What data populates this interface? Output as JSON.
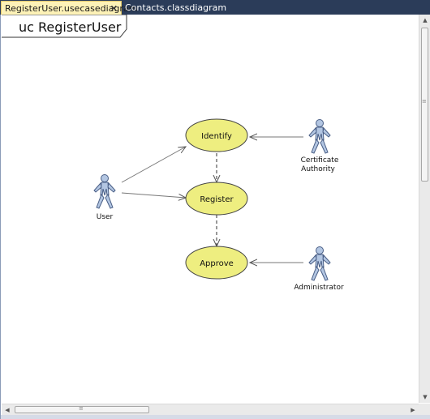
{
  "tabs": [
    {
      "label": "RegisterUser.usecasediagram",
      "active": true,
      "close_glyph": "✕"
    },
    {
      "label": "Contacts.classdiagram",
      "active": false
    }
  ],
  "diagram": {
    "header": "uc RegisterUser",
    "use_cases": {
      "identify": "Identify",
      "register": "Register",
      "approve": "Approve"
    },
    "actors": {
      "user": "User",
      "certificate_authority_line1": "Certificate",
      "certificate_authority_line2": "Authority",
      "administrator": "Administrator"
    }
  },
  "scrollbars": {
    "up_glyph": "▲",
    "down_glyph": "▼",
    "left_glyph": "◀",
    "right_glyph": "▶",
    "grip_glyph": "≡"
  },
  "colors": {
    "use_case_fill": "#eeee80",
    "actor_fill": "#b3c6e2",
    "tab_active_bg": "#fdf2b7",
    "tab_strip_bg": "#2b3c59"
  }
}
